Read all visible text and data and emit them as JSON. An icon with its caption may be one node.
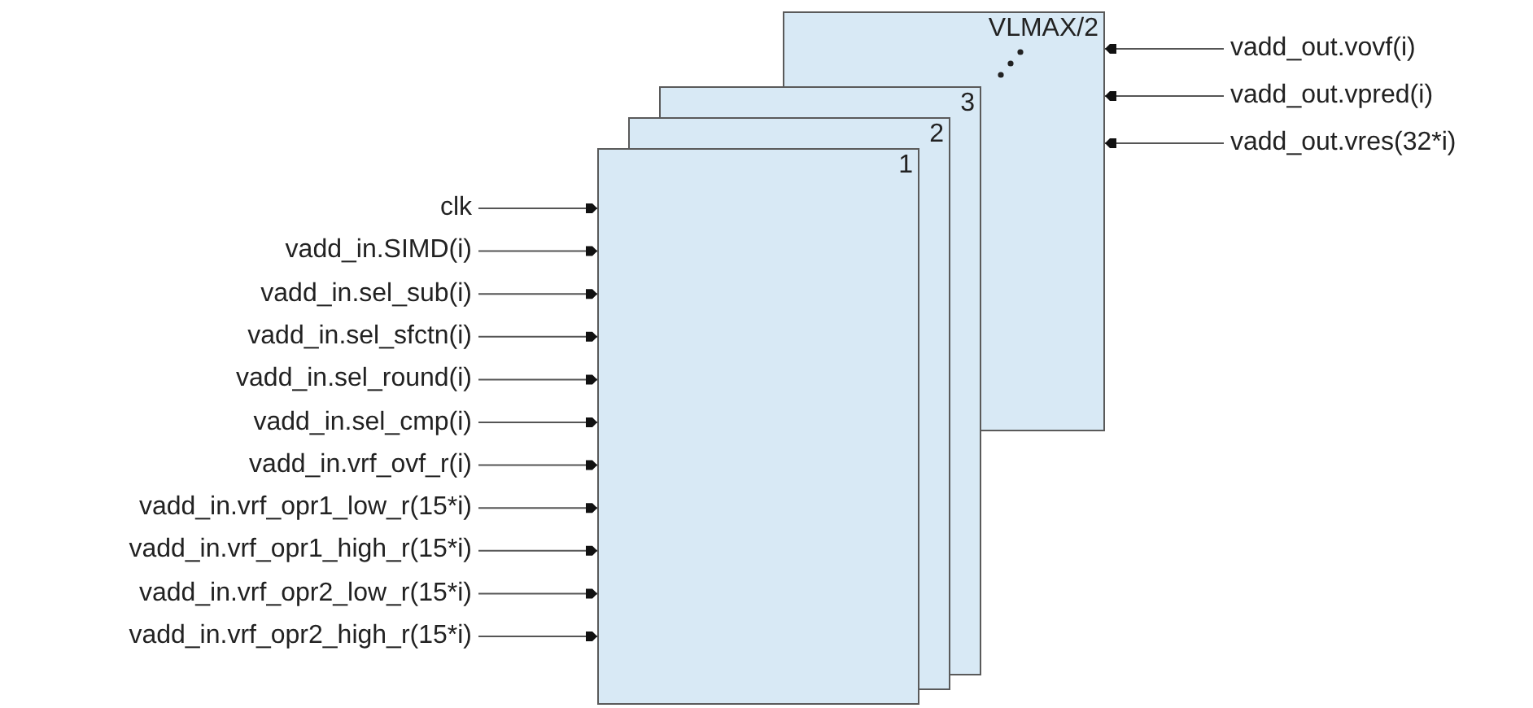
{
  "diagram": {
    "nodes": [
      {
        "text": [
          "VLMAX/2"
        ]
      },
      {
        "text": [
          "3"
        ]
      },
      {
        "text": [
          "2"
        ]
      },
      {
        "text": [
          "1"
        ]
      },
      {
        "text": [
          "clk"
        ]
      },
      {
        "text": [
          "vadd_in.SIMD(i)"
        ]
      },
      {
        "text": [
          "vadd_in.sel_sub(i)"
        ]
      },
      {
        "text": [
          "vadd_in.sel_sfctn(i)"
        ]
      },
      {
        "text": [
          "vadd_in.sel_round(i)"
        ]
      },
      {
        "text": [
          "vadd_in.sel_cmp(i)"
        ]
      },
      {
        "text": [
          "vadd_in.vrf_ovf_r(i)"
        ]
      },
      {
        "text": [
          "vadd_in.vrf_opr1_low_r(15*i)"
        ]
      },
      {
        "text": [
          "vadd_in.vrf_opr1_high_r(15*i)"
        ]
      },
      {
        "text": [
          "vadd_in.vrf_opr2_low_r(15*i)"
        ]
      },
      {
        "text": [
          "vadd_in.vrf_opr2_high_r(15*i)"
        ]
      },
      {
        "text": [
          "vadd_out.vovf(i)"
        ]
      },
      {
        "text": [
          "vadd_out.vpred(i)"
        ]
      },
      {
        "text": [
          "vadd_out.vres(32*i)"
        ]
      }
    ],
    "edges": [
      {
        "from": 4,
        "to": 3,
        "arrow": "to"
      },
      {
        "from": 5,
        "to": 3,
        "arrow": "to"
      },
      {
        "from": 6,
        "to": 3,
        "arrow": "to"
      },
      {
        "from": 7,
        "to": 3,
        "arrow": "to"
      },
      {
        "from": 8,
        "to": 3,
        "arrow": "to"
      },
      {
        "from": 9,
        "to": 3,
        "arrow": "to"
      },
      {
        "from": 10,
        "to": 3,
        "arrow": "to"
      },
      {
        "from": 11,
        "to": 3,
        "arrow": "to"
      },
      {
        "from": 12,
        "to": 3,
        "arrow": "to"
      },
      {
        "from": 13,
        "to": 3,
        "arrow": "to"
      },
      {
        "from": 14,
        "to": 3,
        "arrow": "to"
      },
      {
        "from": 15,
        "to": 0,
        "arrow": "to"
      },
      {
        "from": 16,
        "to": 0,
        "arrow": "to"
      },
      {
        "from": 17,
        "to": 0,
        "arrow": "to"
      }
    ]
  }
}
